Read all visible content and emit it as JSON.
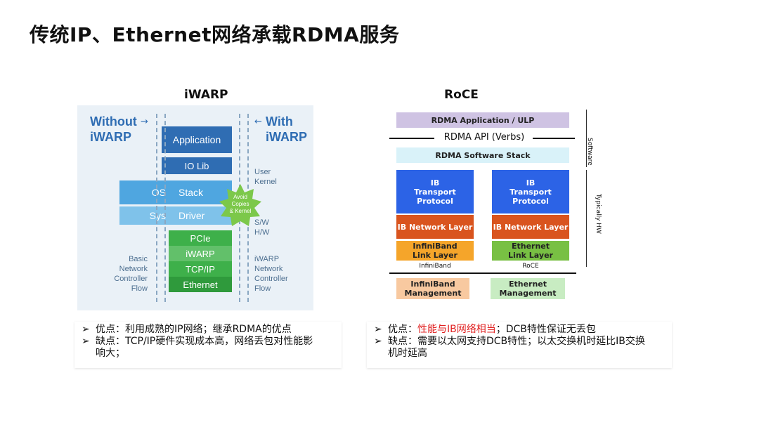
{
  "slide": {
    "title": "传统IP、Ethernet网络承载RDMA服务"
  },
  "iwarp": {
    "heading": "iWARP",
    "left_top_label_1": "Without",
    "left_top_label_2": "iWARP",
    "right_top_label_1": "With",
    "right_top_label_2": "iWARP",
    "blocks": {
      "application": "Application",
      "io_lib": "IO Lib",
      "os": "OS",
      "stack": "Stack",
      "sys": "Sys",
      "driver": "Driver",
      "pcie": "PCIe",
      "iwarp": "iWARP",
      "tcpip": "TCP/IP",
      "ethernet": "Ethernet"
    },
    "user": "User",
    "kernel": "Kernel",
    "sw": "S/W",
    "hw": "H/W",
    "badge": [
      "Avoid",
      "Copies",
      "& Kernel"
    ],
    "left_bottom": [
      "Basic",
      "Network",
      "Controller",
      "Flow"
    ],
    "right_bottom": [
      "iWARP",
      "Network",
      "Controller",
      "Flow"
    ],
    "bullets": [
      {
        "arrow": "➢",
        "prefix": "优点：",
        "text": "利用成熟的IP网络；继承RDMA的优点"
      },
      {
        "arrow": "➢",
        "prefix": "缺点：",
        "text": "TCP/IP硬件实现成本高，网络丢包对性能影响大；"
      }
    ],
    "bullet2_line1": "TCP/IP硬件实现成本高，网络丢包对性能影",
    "bullet2_line2": "响大；"
  },
  "roce": {
    "heading": "RoCE",
    "rdma_app": "RDMA Application / ULP",
    "rdma_api": "RDMA API (Verbs)",
    "rdma_sw_stack": "RDMA Software Stack",
    "ib_transport": [
      "IB",
      "Transport",
      "Protocol"
    ],
    "ib_network_layer": "IB Network Layer",
    "ib_link": [
      "InfiniBand",
      "Link Layer"
    ],
    "eth_link": [
      "Ethernet",
      "Link Layer"
    ],
    "infiniband_label": "InfiniBand",
    "roce_label": "RoCE",
    "ib_mgmt": [
      "InfiniBand",
      "Management"
    ],
    "eth_mgmt": [
      "Ethernet",
      "Management"
    ],
    "software_label": "Software",
    "hw_label": "Typically HW",
    "bullet1_prefix": "优点：",
    "bullet1_highlight": "性能与IB网络相当",
    "bullet1_rest": "；DCB特性保证无丢包",
    "bullet2_prefix": "缺点：",
    "bullet2_line1": "需要以太网支持DCB特性；以太交换机时延比IB交换",
    "bullet2_line2": "机时延高",
    "arrow": "➢"
  },
  "colors": {
    "iwarp_bg": "#eaf1f7",
    "blue_dark": "#2f6db3",
    "blue_light": "#4fa6e0",
    "blue_pale": "#7fc2ea",
    "green": "#3eb04a",
    "green_dark": "#2f9a3c",
    "roce_purple": "#cfc3e3",
    "roce_cyan": "#d9f2f9",
    "roce_blue": "#2c63e6",
    "roce_orange_dark": "#d9541e",
    "roce_orange": "#f5a52a",
    "roce_green": "#78c043",
    "roce_peach": "#f8c9a0",
    "roce_mint": "#c8ecc2",
    "highlight_red": "#e02020"
  }
}
